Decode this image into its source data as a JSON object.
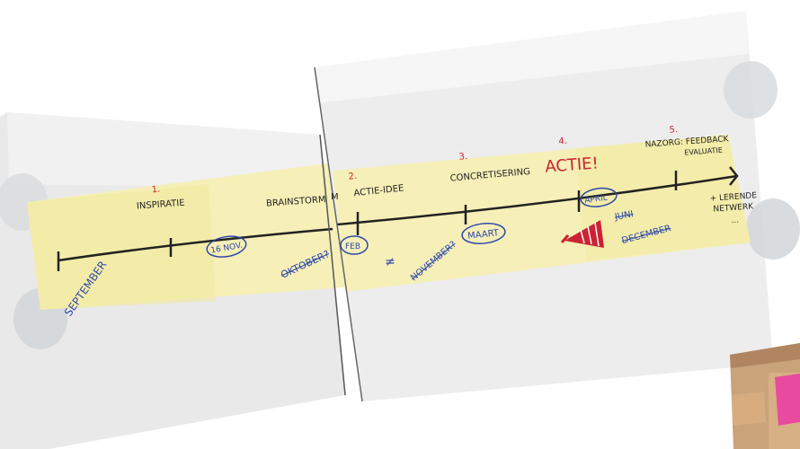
{
  "timeline": {
    "stages": [
      {
        "number": "1.",
        "label": "INSPIRATIE"
      },
      {
        "number": "",
        "label": "BRAINSTORM"
      },
      {
        "number": "2.",
        "label": "ACTIE-IDEE"
      },
      {
        "number": "3.",
        "label": "CONCRETISERING"
      },
      {
        "number": "4.",
        "label": "ACTIE!"
      },
      {
        "number": "5.",
        "label": "NAZORG: FEEDBACK"
      }
    ],
    "stage5_sub": "EVALUATIE",
    "end_note_1": "+ LERENDE",
    "end_note_2": "NETWERK",
    "end_note_3": "...",
    "brainstorm_m": "M"
  },
  "dates": {
    "september": "SEPTEMBER",
    "nov16": "16 NOV.",
    "oktober": "OKTOBER?",
    "feb": "FEB",
    "november": "NOVEMBER?",
    "maart": "MAART",
    "april": "APRIL",
    "juni": "JUNI",
    "december": "DECEMBER"
  },
  "colors": {
    "paper": "#f6efb8",
    "pen_black": "#222222",
    "pen_blue": "#2d49a8",
    "pen_red": "#cc2233",
    "board": "#ececec"
  }
}
